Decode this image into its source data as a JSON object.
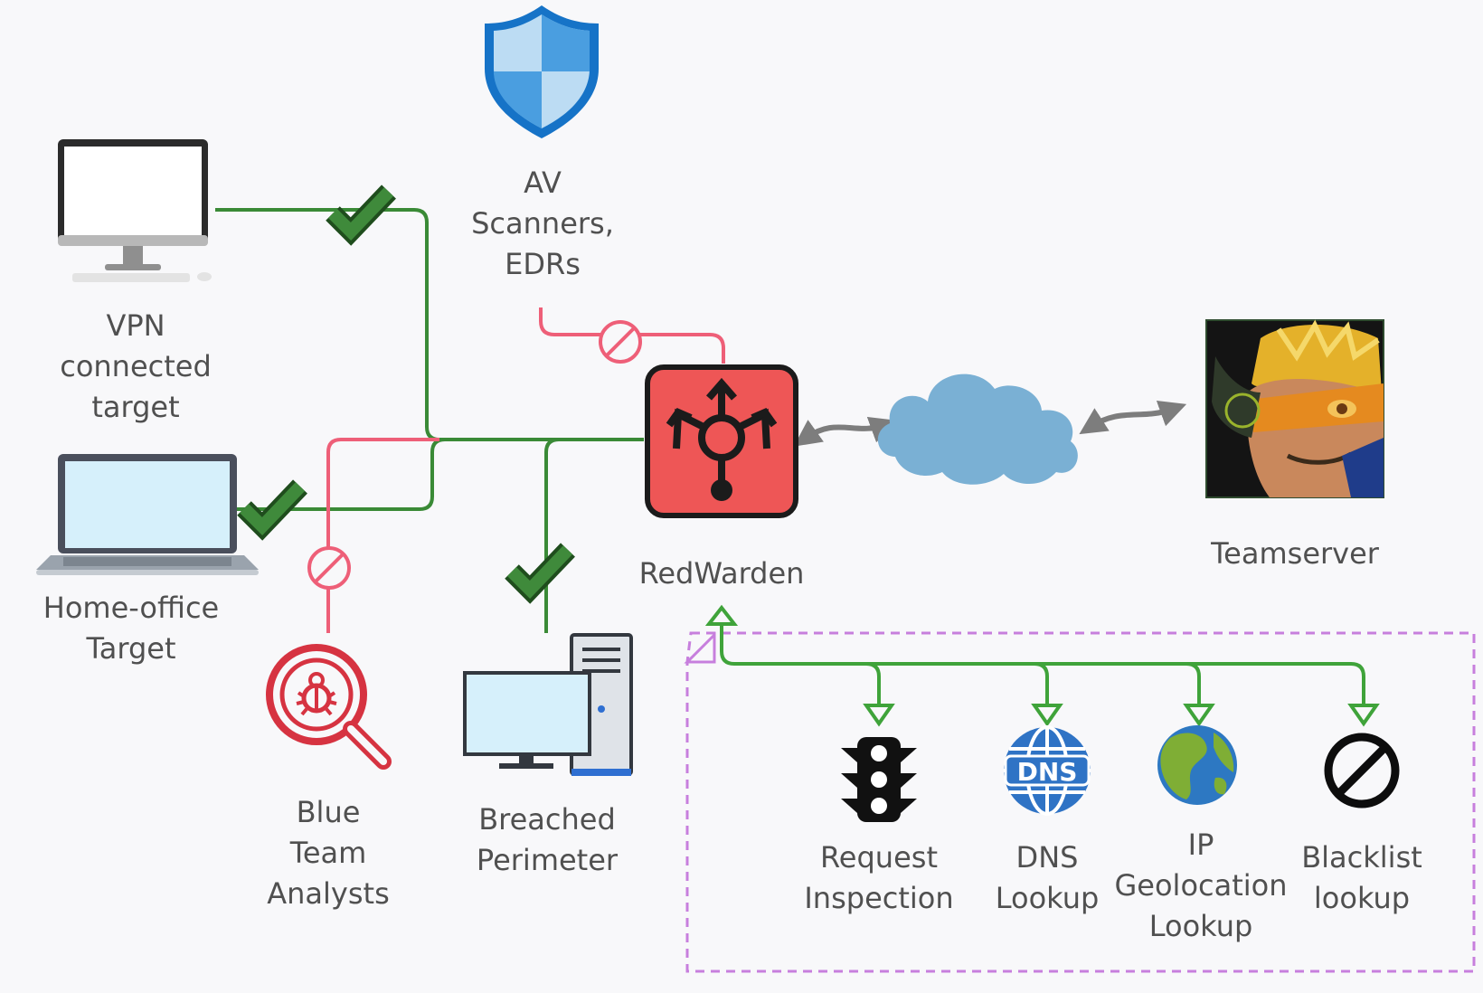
{
  "nodes": {
    "vpn_target": {
      "label_lines": [
        "VPN",
        "connected",
        "target"
      ],
      "icon": "desktop-monitor-icon",
      "status": "allowed"
    },
    "home_office": {
      "label_lines": [
        "Home-office",
        "Target"
      ],
      "icon": "laptop-icon",
      "status": "allowed"
    },
    "blue_team": {
      "label_lines": [
        "Blue",
        "Team",
        "Analysts"
      ],
      "icon": "bug-magnifier-icon",
      "status": "blocked"
    },
    "breached": {
      "label_lines": [
        "Breached",
        "Perimeter"
      ],
      "icon": "workstation-tower-icon",
      "status": "allowed"
    },
    "av_scanners": {
      "label_lines": [
        "AV",
        "Scanners,",
        "EDRs"
      ],
      "icon": "shield-icon",
      "status": "blocked"
    },
    "redwarden": {
      "label_lines": [
        "RedWarden"
      ],
      "icon": "redirector-icon"
    },
    "cloud": {
      "icon": "cloud-icon"
    },
    "teamserver": {
      "label_lines": [
        "Teamserver"
      ],
      "icon": "teamserver-avatar-icon"
    }
  },
  "checks": [
    {
      "label_lines": [
        "Request",
        "Inspection"
      ],
      "icon": "traffic-light-icon"
    },
    {
      "label_lines": [
        "DNS",
        "Lookup"
      ],
      "icon": "dns-globe-icon",
      "icon_text": "DNS"
    },
    {
      "label_lines": [
        "IP",
        "Geolocation",
        "Lookup"
      ],
      "icon": "earth-globe-icon"
    },
    {
      "label_lines": [
        "Blacklist",
        "lookup"
      ],
      "icon": "prohibited-icon"
    }
  ],
  "colors": {
    "allowed_line": "#3a8a36",
    "blocked_line": "#ee5f78",
    "checkmark": "#2f7a2d",
    "redwarden_fill": "#ee5656",
    "cloud_fill": "#7ab0d4",
    "dashed_box": "#c77fdd",
    "label_text": "#505050"
  }
}
